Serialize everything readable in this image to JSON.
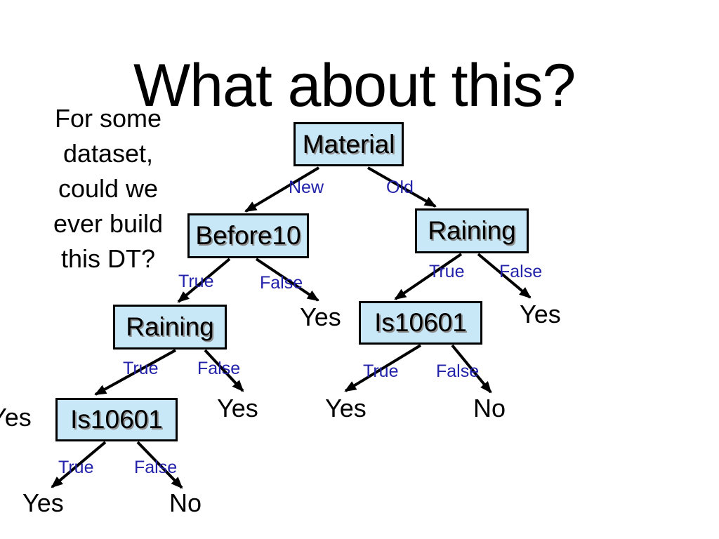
{
  "slide": {
    "title": "What about this?",
    "question_lines": [
      "For some",
      "dataset,",
      "could we",
      "ever build",
      "this DT?"
    ]
  },
  "colors": {
    "background": "#FFFFFF",
    "node_fill": "#C9E8F7",
    "node_border": "#000000",
    "node_text": "#000000",
    "node_text_shadow": "#8F8F8F",
    "branch_label": "#2222AA",
    "leaf_text": "#000000",
    "arrow": "#000000"
  },
  "tree": {
    "nodes": {
      "material": "Material",
      "before10": "Before10",
      "raining_left": "Raining",
      "raining_right": "Raining",
      "is10601_left": "Is10601",
      "is10601_right": "Is10601"
    },
    "edges": {
      "material_new": "New",
      "material_old": "Old",
      "before10_true": "True",
      "before10_false": "False",
      "raining_left_true": "True",
      "raining_left_false": "False",
      "raining_right_true": "True",
      "raining_right_false": "False",
      "is10601_left_true": "True",
      "is10601_left_false": "False",
      "is10601_right_true": "True",
      "is10601_right_false": "False"
    },
    "leaves": {
      "clipped_left": "Yes",
      "before10_false": "Yes",
      "raining_left_false": "Yes",
      "raining_right_false": "Yes",
      "is10601_left_true": "Yes",
      "is10601_left_false": "No",
      "is10601_right_true": "Yes",
      "is10601_right_false": "No"
    }
  }
}
